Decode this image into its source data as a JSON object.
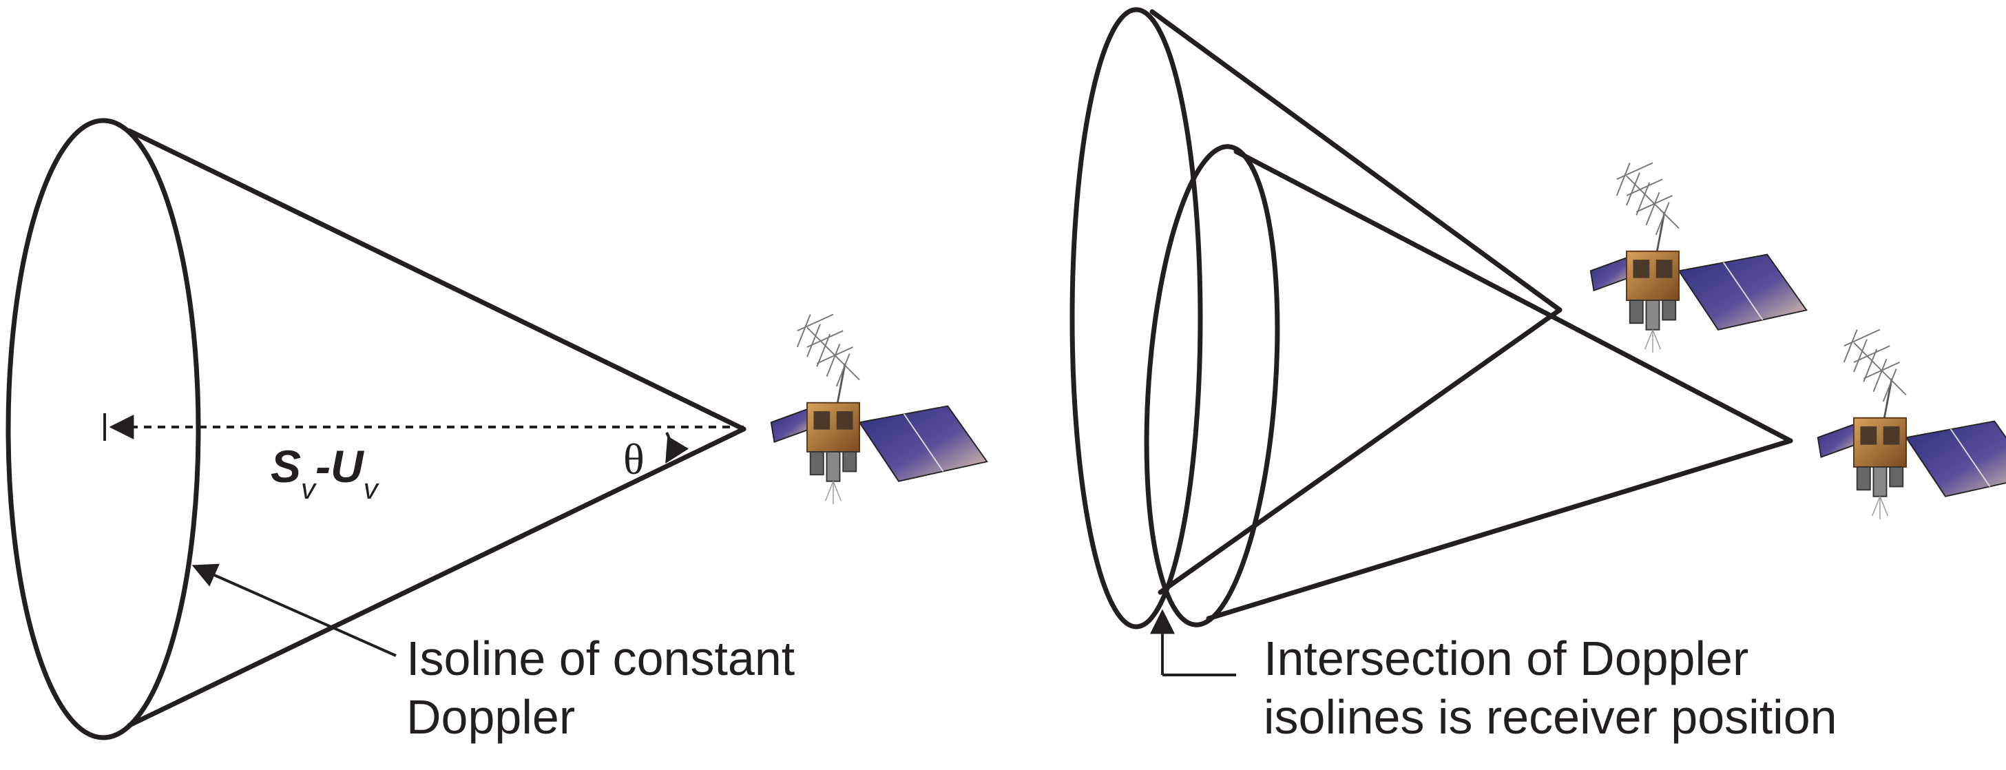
{
  "left_panel": {
    "vector_s": "S",
    "vector_s_sub": "v",
    "vector_minus": "-",
    "vector_u": "U",
    "vector_u_sub": "v",
    "angle_symbol": "θ",
    "callout_line1": "Isoline of constant",
    "callout_line2": "Doppler"
  },
  "right_panel": {
    "callout_line1": "Intersection of Doppler",
    "callout_line2": "isolines is receiver position"
  },
  "icons": {
    "satellite": "satellite-icon"
  },
  "colors": {
    "line": "#231f20",
    "solar_panel_dark": "#3a3a8c",
    "solar_panel_light": "#e9c9a8",
    "satellite_body": "#b07a3c"
  }
}
